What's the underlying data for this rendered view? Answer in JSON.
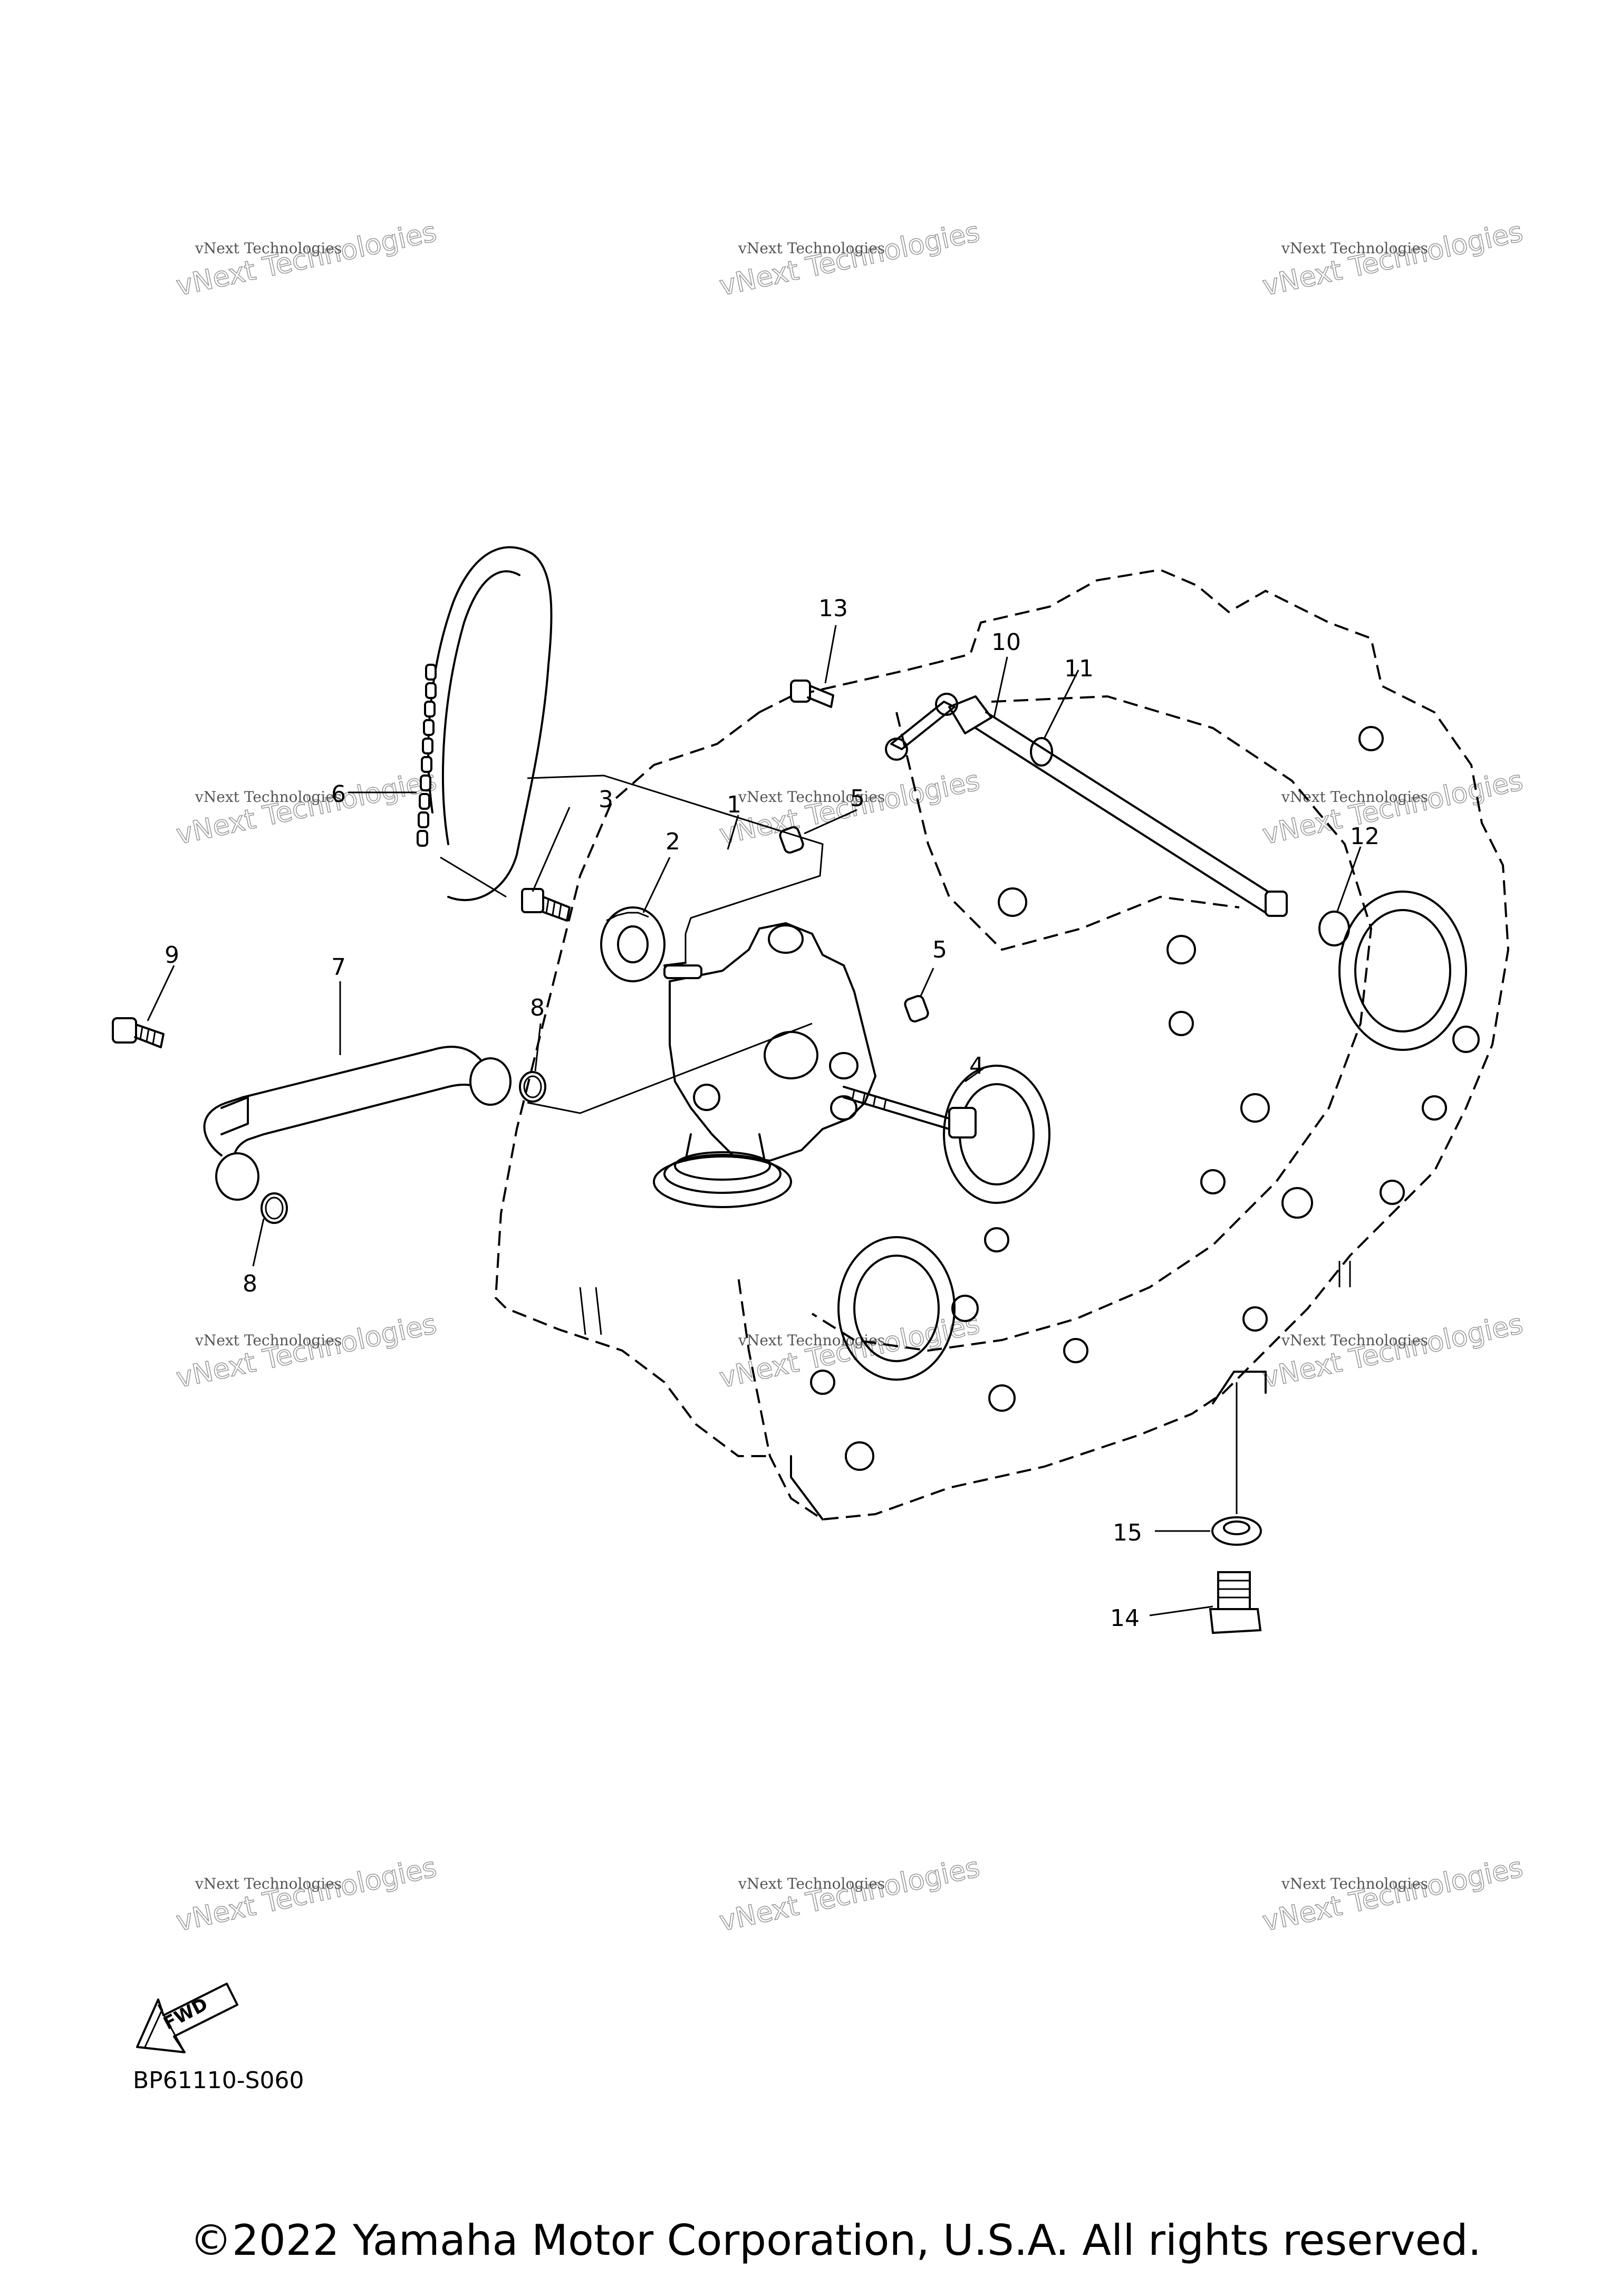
{
  "diagram": {
    "code": "BP61110-S060",
    "copyright": "©2022 Yamaha Motor Corporation, U.S.A. All rights reserved.",
    "fwd_label": "FWD",
    "watermark": {
      "line1": "vNext Technologies",
      "line2": "vNext Technologies"
    },
    "callouts": [
      {
        "id": "1",
        "label": "1"
      },
      {
        "id": "2",
        "label": "2"
      },
      {
        "id": "3",
        "label": "3"
      },
      {
        "id": "4",
        "label": "4"
      },
      {
        "id": "5a",
        "label": "5"
      },
      {
        "id": "5b",
        "label": "5"
      },
      {
        "id": "6",
        "label": "6"
      },
      {
        "id": "7",
        "label": "7"
      },
      {
        "id": "8a",
        "label": "8"
      },
      {
        "id": "8b",
        "label": "8"
      },
      {
        "id": "9",
        "label": "9"
      },
      {
        "id": "10",
        "label": "10"
      },
      {
        "id": "11",
        "label": "11"
      },
      {
        "id": "12",
        "label": "12"
      },
      {
        "id": "13",
        "label": "13"
      },
      {
        "id": "14",
        "label": "14"
      },
      {
        "id": "15",
        "label": "15"
      }
    ]
  }
}
